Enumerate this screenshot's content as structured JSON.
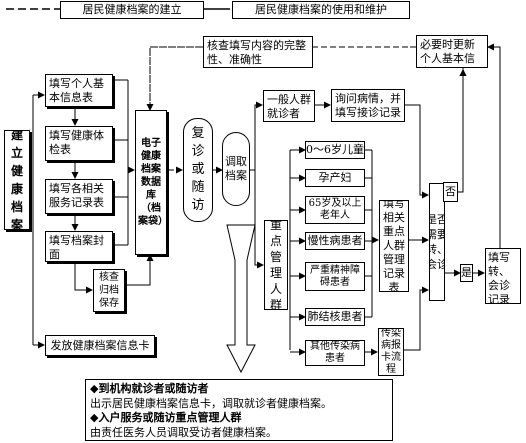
{
  "legend": {
    "left_label": "居民健康档案的建立",
    "right_label": "居民健康档案的使用和维护"
  },
  "left_col": {
    "title": "建立健康档案"
  },
  "steps": {
    "s1": "填写个人基本信息表",
    "s2": "填写健康体检表",
    "s3": "填写各相关服务记录表",
    "s4": "填写档案封面",
    "s5": "核查归档保存",
    "s6": "发放健康档案信息卡"
  },
  "db": "电子健康档案数据库（档案袋）",
  "check_top": "核查填写内容的完整性、准确性",
  "revisit": "复诊或随访",
  "fetch": "调取档案",
  "general": "一般人群就诊者",
  "inquiry": "询问病情，并填写接诊记录",
  "key_group": "重点管理人群",
  "groups": [
    "0～6岁儿童",
    "孕产妇",
    "65岁及以上老年人",
    "慢性病患者",
    "严重精神障碍患者",
    "肺结核患者",
    "其他传染病患者"
  ],
  "fill_records": "填写相关重点人群管理记录表",
  "infect": "传染病报卡流程",
  "decision": "是否需要转、会诊",
  "no": "否",
  "yes": "是",
  "update": "必要时更新个人基本信息",
  "referral": "填写转、会诊记录表",
  "bottom": {
    "l1": "到机构就诊者或随访者",
    "l2": "出示居民健康档案信息卡，调取就诊者健康档案。",
    "l3": "入户服务或随访重点管理人群",
    "l4": "由责任医务人员调取受访者健康档案。"
  }
}
